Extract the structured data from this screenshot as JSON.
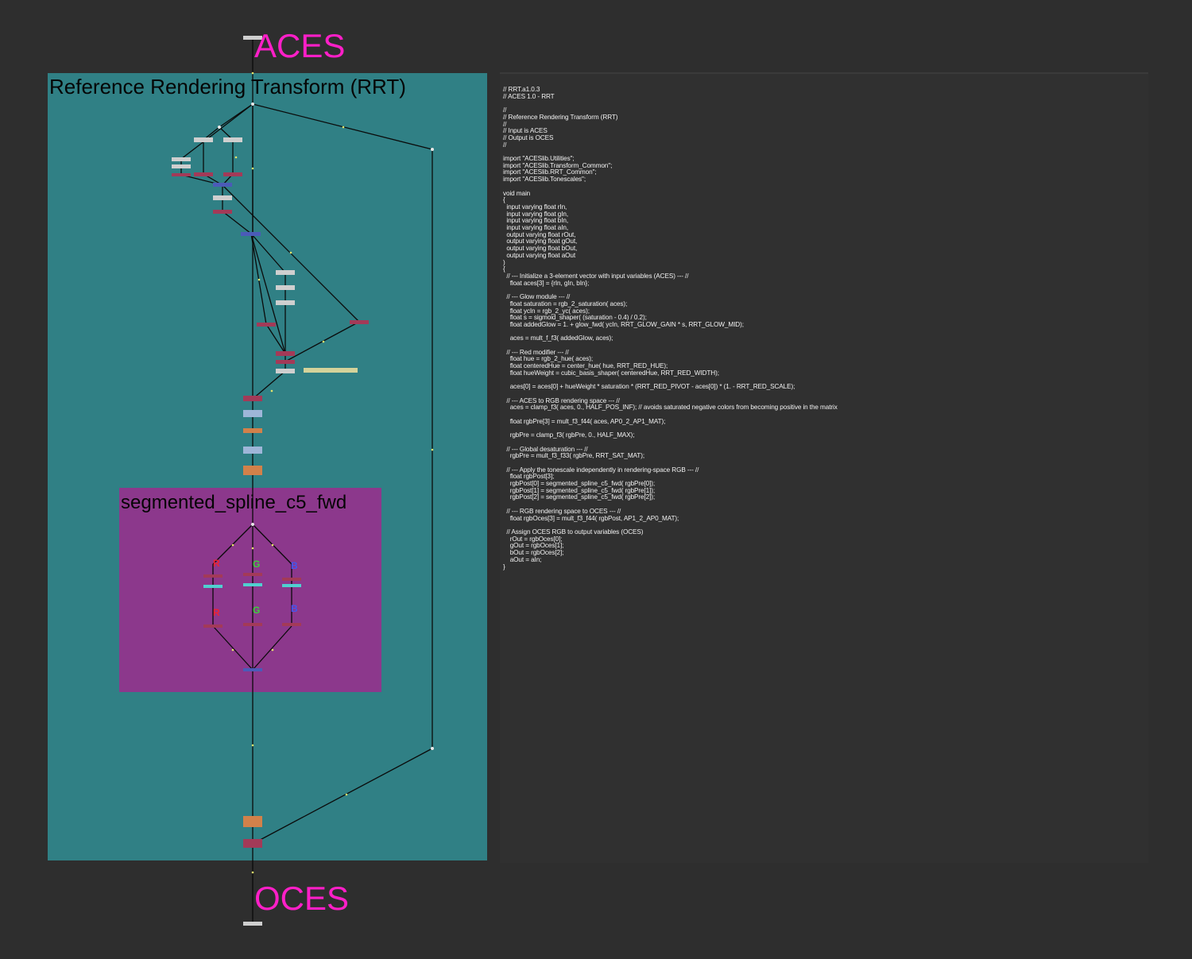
{
  "labels": {
    "input": "ACES",
    "output": "OCES",
    "rrt_group": "Reference Rendering Transform (RRT)",
    "spline_group": "segmented_spline_c5_fwd"
  },
  "channels": {
    "r": "R",
    "g": "G",
    "b": "B"
  },
  "colors": {
    "background": "#2e2e2e",
    "label_magenta": "#ff1fc8",
    "rrt_group_fill": "#308085",
    "spline_group_fill": "#8c388c",
    "node_maroon": "#a33a58",
    "node_blue": "#4b5bb8",
    "node_orange": "#d2814a",
    "node_lightblue": "#9eb6d8",
    "node_cyan": "#4fd0d0",
    "node_grey": "#cfcfcf",
    "node_yellowish": "#d4d39a",
    "edge": "#0a0a0a",
    "code_panel": "#303030"
  },
  "code": "// RRT.a1.0.3\n// ACES 1.0 - RRT\n\n//\n// Reference Rendering Transform (RRT)\n//\n// Input is ACES\n// Output is OCES\n//\n\nimport \"ACESlib.Utilities\";\nimport \"ACESlib.Transform_Common\";\nimport \"ACESlib.RRT_Common\";\nimport \"ACESlib.Tonescales\";\n\nvoid main\n{\n  input varying float rIn,\n  input varying float gIn,\n  input varying float bIn,\n  input varying float aIn,\n  output varying float rOut,\n  output varying float gOut,\n  output varying float bOut,\n  output varying float aOut\n)\n{\n  // --- Initialize a 3-element vector with input variables (ACES) --- //\n    float aces[3] = {rIn, gIn, bIn};\n\n  // --- Glow module --- //\n    float saturation = rgb_2_saturation( aces);\n    float ycIn = rgb_2_yc( aces);\n    float s = sigmoid_shaper( (saturation - 0.4) / 0.2);\n    float addedGlow = 1. + glow_fwd( ycIn, RRT_GLOW_GAIN * s, RRT_GLOW_MID);\n\n    aces = mult_f_f3( addedGlow, aces);\n\n  // --- Red modifier --- //\n    float hue = rgb_2_hue( aces);\n    float centeredHue = center_hue( hue, RRT_RED_HUE);\n    float hueWeight = cubic_basis_shaper( centeredHue, RRT_RED_WIDTH);\n\n    aces[0] = aces[0] + hueWeight * saturation * (RRT_RED_PIVOT - aces[0]) * (1. - RRT_RED_SCALE);\n\n  // --- ACES to RGB rendering space --- //\n    aces = clamp_f3( aces, 0., HALF_POS_INF); // avoids saturated negative colors from becoming positive in the matrix\n\n    float rgbPre[3] = mult_f3_f44( aces, AP0_2_AP1_MAT);\n\n    rgbPre = clamp_f3( rgbPre, 0., HALF_MAX);\n\n  // --- Global desaturation --- //\n    rgbPre = mult_f3_f33( rgbPre, RRT_SAT_MAT);\n\n  // --- Apply the tonescale independently in rendering-space RGB --- //\n    float rgbPost[3];\n    rgbPost[0] = segmented_spline_c5_fwd( rgbPre[0]);\n    rgbPost[1] = segmented_spline_c5_fwd( rgbPre[1]);\n    rgbPost[2] = segmented_spline_c5_fwd( rgbPre[2]);\n\n  // --- RGB rendering space to OCES --- //\n    float rgbOces[3] = mult_f3_f44( rgbPost, AP1_2_AP0_MAT);\n\n  // Assign OCES RGB to output variables (OCES)\n    rOut = rgbOces[0];\n    gOut = rgbOces[1];\n    bOut = rgbOces[2];\n    aOut = aIn;\n}"
}
